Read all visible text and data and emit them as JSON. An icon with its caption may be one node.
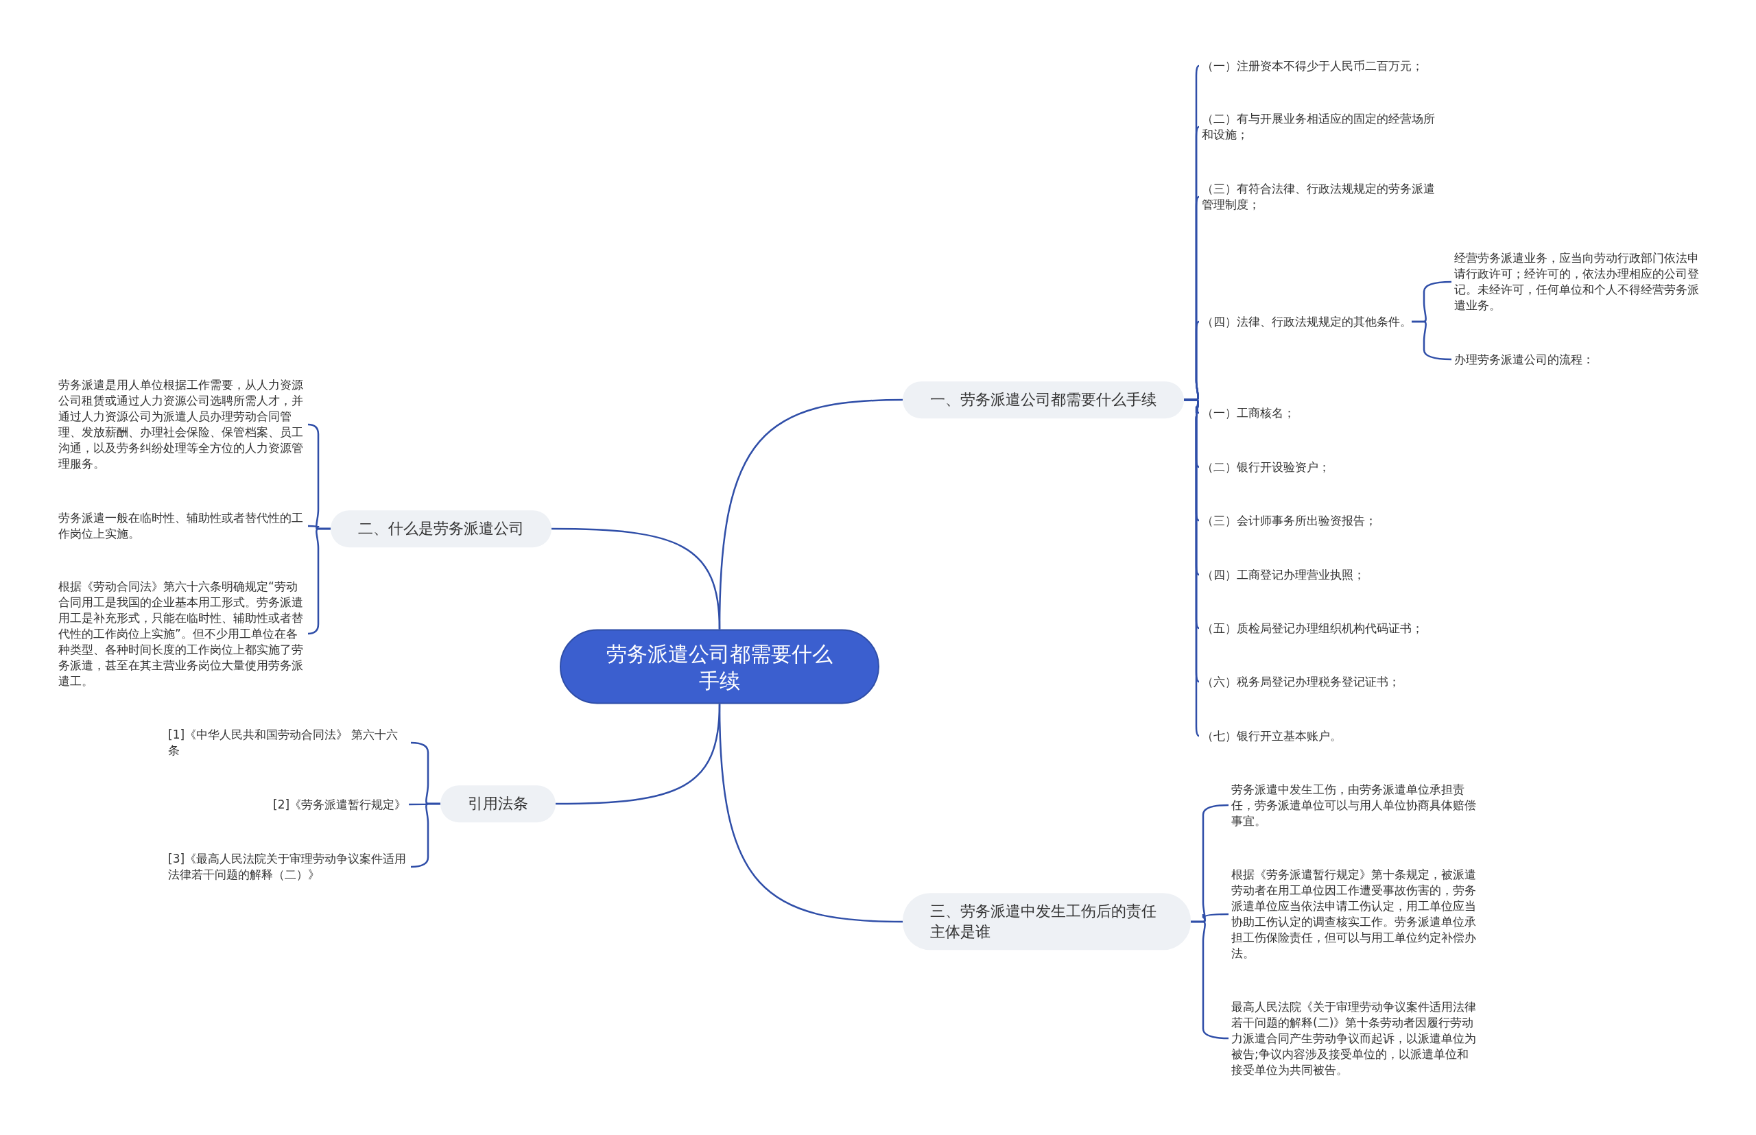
{
  "diagram": {
    "nodes": [
      {
        "text": [
          "劳务派遣公司都需要什么手续"
        ]
      },
      {
        "text": [
          "一、劳务派遣公司都需要什么手续"
        ]
      },
      {
        "text": [
          "（一）注册资本不得少于人民币二百万元；"
        ]
      },
      {
        "text": [
          "（二）有与开展业务相适应的固定的经营场所和设施；"
        ]
      },
      {
        "text": [
          "（三）有符合法律、行政法规规定的劳务派遣管理制度；"
        ]
      },
      {
        "text": [
          "（四）法律、行政法规规定的其他条件。"
        ]
      },
      {
        "text": [
          "经营劳务派遣业务，应当向劳动行政部门依法申请行政许可；经许可的，依法办理相应的公司登记。未经许可，任何单位和个人不得经营劳务派遣业务。"
        ]
      },
      {
        "text": [
          "办理劳务派遣公司的流程："
        ]
      },
      {
        "text": [
          "（一）工商核名；"
        ]
      },
      {
        "text": [
          "（二）银行开设验资户；"
        ]
      },
      {
        "text": [
          "（三）会计师事务所出验资报告；"
        ]
      },
      {
        "text": [
          "（四）工商登记办理营业执照；"
        ]
      },
      {
        "text": [
          "（五）质检局登记办理组织机构代码证书；"
        ]
      },
      {
        "text": [
          "（六）税务局登记办理税务登记证书；"
        ]
      },
      {
        "text": [
          "（七）银行开立基本账户。"
        ]
      },
      {
        "text": [
          "三、劳务派遣中发生工伤后的责任主体是谁"
        ]
      },
      {
        "text": [
          "劳务派遣中发生工伤，由劳务派遣单位承担责任，劳务派遣单位可以与用人单位协商具体赔偿事宜。"
        ]
      },
      {
        "text": [
          "根据《劳务派遣暂行规定》第十条规定，被派遣劳动者在用工单位因工作遭受事故伤害的，劳务派遣单位应当依法申请工伤认定，用工单位应当协助工伤认定的调查核实工作。劳务派遣单位承担工伤保险责任，但可以与用工单位约定补偿办法。"
        ]
      },
      {
        "text": [
          "最高人民法院《关于审理劳动争议案件适用法律若干问题的解释(二)》第十条劳动者因履行劳动力派遣合同产生劳动争议而起诉，以派遣单位为被告;争议内容涉及接受单位的，以派遣单位和接受单位为共同被告。"
        ]
      },
      {
        "text": [
          "二、什么是劳务派遣公司"
        ]
      },
      {
        "text": [
          "劳务派遣是用人单位根据工作需要，从人力资源公司租赁或通过人力资源公司选聘所需人才，并通过人力资源公司为派遣人员办理劳动合同管理、发放薪酬、办理社会保险、保管档案、员工沟通，以及劳务纠纷处理等全方位的人力资源管理服务。"
        ]
      },
      {
        "text": [
          "劳务派遣一般在临时性、辅助性或者替代性的工作岗位上实施。"
        ]
      },
      {
        "text": [
          "根据《劳动合同法》第六十六条明确规定“劳动合同用工是我国的企业基本用工形式。劳务派遣用工是补充形式，只能在临时性、辅助性或者替代性的工作岗位上实施”。但不少用工单位在各种类型、各种时间长度的工作岗位上都实施了劳务派遣，甚至在其主营业务岗位大量使用劳务派遣工。"
        ]
      },
      {
        "text": [
          "引用法条"
        ]
      },
      {
        "text": [
          "[1]《中华人民共和国劳动合同法》 第六十六条"
        ]
      },
      {
        "text": [
          "[2]《劳务派遣暂行规定》"
        ]
      },
      {
        "text": [
          "[3]《最高人民法院关于审理劳动争议案件适用法律若干问题的解释（二）》"
        ]
      }
    ],
    "edges": [
      {
        "from": 0,
        "to": 1,
        "arrow": "none"
      },
      {
        "from": 1,
        "to": 2,
        "arrow": "none"
      },
      {
        "from": 1,
        "to": 3,
        "arrow": "none"
      },
      {
        "from": 1,
        "to": 4,
        "arrow": "none"
      },
      {
        "from": 1,
        "to": 5,
        "arrow": "none"
      },
      {
        "from": 5,
        "to": 6,
        "arrow": "none"
      },
      {
        "from": 5,
        "to": 7,
        "arrow": "none"
      },
      {
        "from": 1,
        "to": 8,
        "arrow": "none"
      },
      {
        "from": 1,
        "to": 9,
        "arrow": "none"
      },
      {
        "from": 1,
        "to": 10,
        "arrow": "none"
      },
      {
        "from": 1,
        "to": 11,
        "arrow": "none"
      },
      {
        "from": 1,
        "to": 12,
        "arrow": "none"
      },
      {
        "from": 1,
        "to": 13,
        "arrow": "none"
      },
      {
        "from": 1,
        "to": 14,
        "arrow": "none"
      },
      {
        "from": 0,
        "to": 15,
        "arrow": "none"
      },
      {
        "from": 15,
        "to": 16,
        "arrow": "none"
      },
      {
        "from": 15,
        "to": 17,
        "arrow": "none"
      },
      {
        "from": 15,
        "to": 18,
        "arrow": "none"
      },
      {
        "from": 0,
        "to": 19,
        "arrow": "none"
      },
      {
        "from": 19,
        "to": 20,
        "arrow": "none"
      },
      {
        "from": 19,
        "to": 21,
        "arrow": "none"
      },
      {
        "from": 19,
        "to": 22,
        "arrow": "none"
      },
      {
        "from": 0,
        "to": 23,
        "arrow": "none"
      },
      {
        "from": 23,
        "to": 24,
        "arrow": "none"
      },
      {
        "from": 23,
        "to": 25,
        "arrow": "none"
      },
      {
        "from": 23,
        "to": 26,
        "arrow": "none"
      }
    ]
  }
}
